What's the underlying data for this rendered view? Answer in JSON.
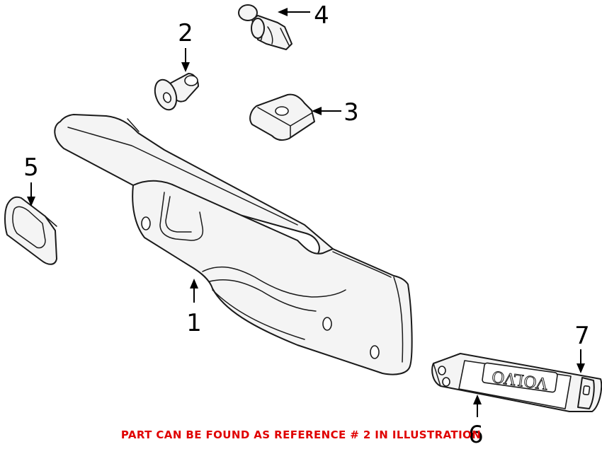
{
  "callouts": {
    "c1": "1",
    "c2": "2",
    "c3": "3",
    "c4": "4",
    "c5": "5",
    "c6": "6",
    "c7": "7"
  },
  "badge_text": "VOLVO",
  "note": {
    "text": "PART CAN BE FOUND AS REFERENCE # 2 IN ILLUSTRATION",
    "color": "#e00000"
  },
  "colors": {
    "line": "#1a1a1a",
    "fill": "#f4f4f4",
    "background": "#ffffff"
  }
}
